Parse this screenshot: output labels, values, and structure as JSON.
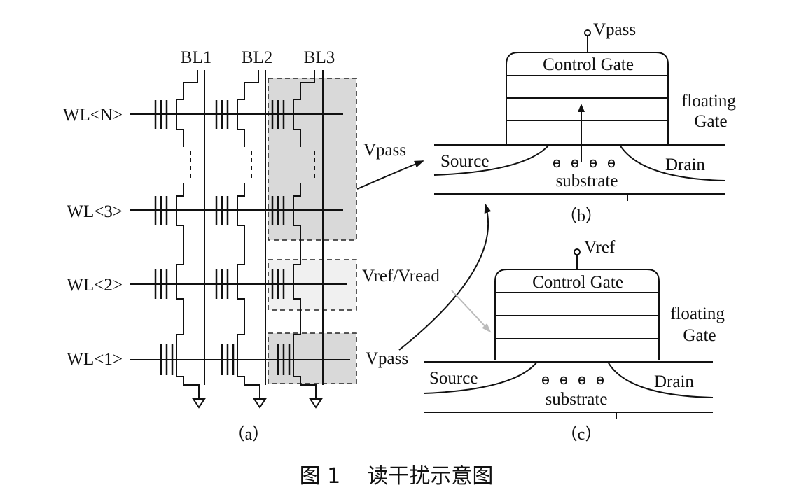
{
  "figure": {
    "caption": "图 1    读干扰示意图"
  },
  "panel_a": {
    "caption": "（a）",
    "bitlines": [
      "BL1",
      "BL2",
      "BL3"
    ],
    "wordlines": [
      "WL<N>",
      "WL<3>",
      "WL<2>",
      "WL<1>"
    ],
    "annotations": {
      "top": "Vpass",
      "middle": "Vref/Vread",
      "bottom": "Vpass"
    },
    "colors": {
      "pass_region": "#d9d9d9",
      "read_region": "#f0f0f0",
      "read_arrow": "#bbbbbb"
    }
  },
  "panel_b": {
    "caption": "（b）",
    "gate_voltage": "Vpass",
    "control_gate": "Control Gate",
    "floating_gate_line1": "floating",
    "floating_gate_line2": "Gate",
    "source": "Source",
    "drain": "Drain",
    "substrate": "substrate",
    "electron_symbols": [
      "ɵ",
      "ɵ",
      "ɵ",
      "ɵ"
    ]
  },
  "panel_c": {
    "caption": "（c）",
    "gate_voltage": "Vref",
    "control_gate": "Control Gate",
    "floating_gate_line1": "floating",
    "floating_gate_line2": "Gate",
    "source": "Source",
    "drain": "Drain",
    "substrate": "substrate",
    "electron_symbols": [
      "ɵ",
      "ɵ",
      "ɵ",
      "ɵ"
    ]
  }
}
